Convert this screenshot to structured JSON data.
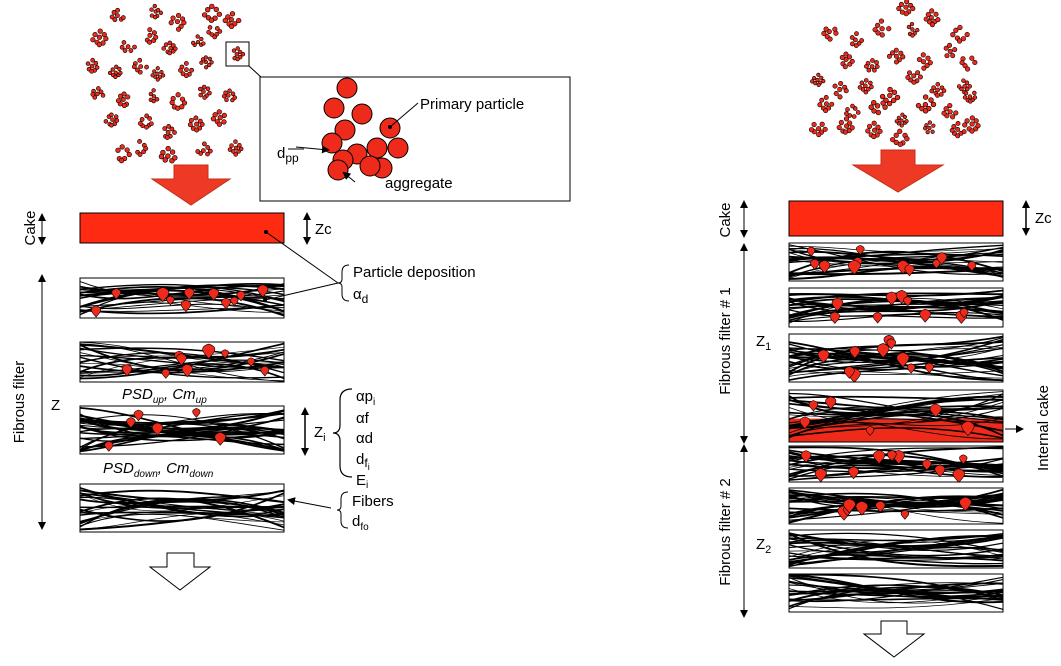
{
  "colors": {
    "particle": "#ee2a1b",
    "deposit": "#ff2a12",
    "stroke": "#000000",
    "arrow_fill": "#ee3a24",
    "hollow_arrow": "#ffffff"
  },
  "left": {
    "inset": {
      "label_primary": "Primary particle",
      "label_dpp": "d",
      "label_dpp_sub": "pp",
      "label_aggregate": "aggregate"
    },
    "cake_label": "Cake",
    "zc_label": "Zc",
    "particle_deposition": "Particle deposition",
    "alpha_d_top": "α",
    "alpha_d_top_sub": "d",
    "fibrous_filter": "Fibrous filter",
    "z_label": "Z",
    "psd_up": "PSD",
    "psd_up_sub": "up",
    "cm_up": "Cm",
    "cm_up_sub": "up",
    "psd_down": "PSD",
    "psd_down_sub": "down",
    "cm_down": "Cm",
    "cm_down_sub": "down",
    "zi_label": "Z",
    "zi_sub": "i",
    "props": {
      "alpha_p": "αp",
      "alpha_p_sub": "i",
      "alpha_f": "αf",
      "alpha_d": "αd",
      "d_f": "d",
      "d_f_sub": "f",
      "d_f_sub2": "i",
      "e": "E",
      "e_sub": "i"
    },
    "fibers_label": "Fibers",
    "dfo": "d",
    "dfo_sub": "fo"
  },
  "right": {
    "cake_label": "Cake",
    "zc_label": "Zc",
    "filter1": "Fibrous filter # 1",
    "z1": "Z",
    "z1_sub": "1",
    "internal_cake": "Internal cake",
    "filter2": "Fibrous filter # 2",
    "z2": "Z",
    "z2_sub": "2"
  }
}
